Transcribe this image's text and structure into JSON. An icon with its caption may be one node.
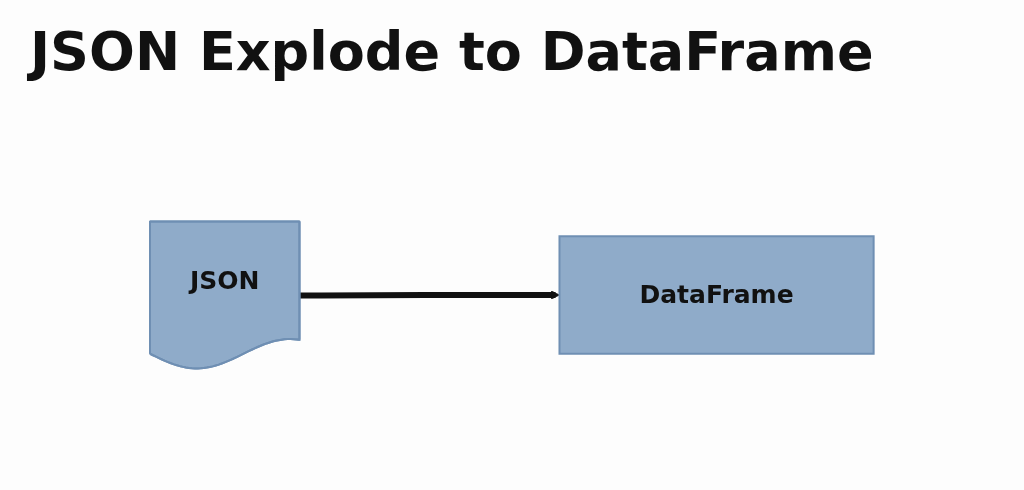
{
  "diagram": {
    "title": "JSON Explode to DataFrame",
    "nodes": [
      {
        "text": [
          "JSON"
        ]
      },
      {
        "text": [
          "DataFrame"
        ]
      }
    ],
    "edges": [
      {
        "from": 0,
        "to": 1,
        "arrow": "to"
      }
    ]
  }
}
